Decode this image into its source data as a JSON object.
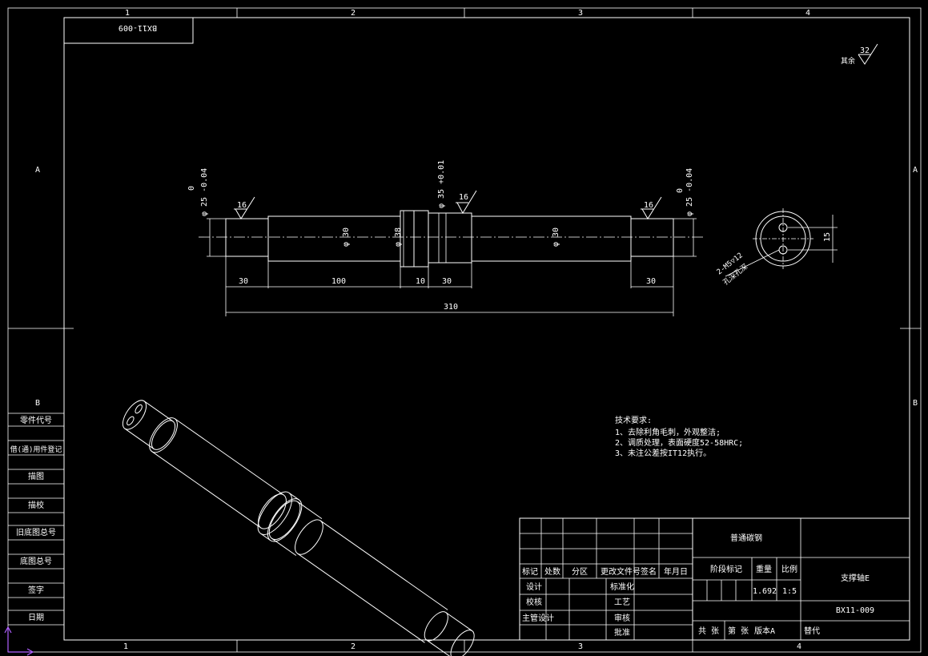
{
  "frame": {
    "zones_top": [
      "1",
      "2",
      "3",
      "4"
    ],
    "zones_bottom": [
      "1",
      "2",
      "3",
      "4"
    ],
    "zones_side": [
      "A",
      "B"
    ],
    "mirrored_code": "BX11-009"
  },
  "surface_finish_general": {
    "value": "32",
    "label": "其余"
  },
  "shaft_drawing": {
    "dims_horizontal": [
      "30",
      "100",
      "10",
      "30",
      "30"
    ],
    "dim_total": "310",
    "dia_left": "φ 25 -0.04",
    "dia_left_upper": "0",
    "dia_right": "φ 25 -0.04",
    "dia_right_upper": "0",
    "dia_collar_tol": "φ 35 +0.01",
    "dia_body_left": "φ 30",
    "dia_collar": "φ 38",
    "dia_body_right": "φ 30",
    "finish_marks": [
      "16",
      "16",
      "16"
    ],
    "end_view_dim": "15",
    "end_view_note_1": "2-M5▽12",
    "end_view_note_2": "孔深孔深"
  },
  "tech_requirements": {
    "title": "技术要求:",
    "items": [
      "1、去除利角毛刺，外观整洁;",
      "2、调质处理，表面硬度52-58HRC;",
      "3、未注公差按IT12执行。"
    ]
  },
  "left_column": {
    "labels": [
      "零件代号",
      "借(通)用件登记",
      "描图",
      "描校",
      "旧底图总号",
      "底图总号",
      "签字",
      "日期"
    ]
  },
  "title_block": {
    "material": "普通碳钢",
    "part_name": "支撑轴E",
    "drawing_number": "BX11-009",
    "header_cells": [
      "标记",
      "处数",
      "分区",
      "更改文件号",
      "签名",
      "年月日"
    ],
    "row_labels": [
      "设计",
      "校核",
      "主管设计"
    ],
    "mid_labels": [
      "标准化",
      "工艺",
      "审核",
      "批准"
    ],
    "stage_label": "阶段标记",
    "weight_label": "重量",
    "scale_label": "比例",
    "weight_value": "1.692",
    "scale_value": "1:5",
    "sheets_total": "共 张",
    "sheet_no": "第 张",
    "version": "版本A",
    "replace": "替代"
  },
  "colors": {
    "background": "#000000",
    "line": "#ffffff",
    "ucs_axis": "#b060ff"
  }
}
